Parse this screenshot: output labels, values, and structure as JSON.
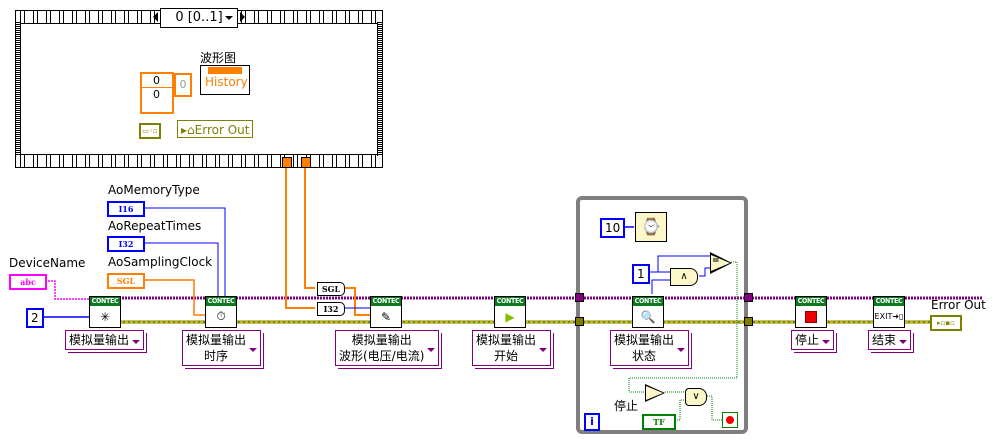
{
  "sequence_structure": {
    "selector_label": "0 [0..1]",
    "waveform_graph": {
      "label": "波形图",
      "property": "History"
    },
    "cluster_values": [
      "0",
      "0"
    ],
    "array_index": "0",
    "error_out_property": "Error Out"
  },
  "controls": {
    "device_name": {
      "label": "DeviceName",
      "type": "abc"
    },
    "ao_memory_type": {
      "label": "AoMemoryType",
      "type": "I16"
    },
    "ao_repeat_times": {
      "label": "AoRepeatTimes",
      "type": "I32"
    },
    "ao_sampling_clock": {
      "label": "AoSamplingClock",
      "type": "SGL"
    }
  },
  "constants": {
    "channel_count": "2",
    "wait_ms": "10",
    "compare_value": "1"
  },
  "conversions": {
    "sgl": "SGL",
    "i32": "I32"
  },
  "vis": [
    {
      "header": "CONTEC",
      "icon": "init-icon",
      "selector": [
        "模拟量输出"
      ]
    },
    {
      "header": "CONTEC",
      "icon": "timing-icon",
      "selector": [
        "模拟量输出",
        "时序"
      ]
    },
    {
      "header": "CONTEC",
      "icon": "write-icon",
      "selector": [
        "模拟量输出",
        "波形(电压/电流)"
      ]
    },
    {
      "header": "CONTEC",
      "icon": "start-icon",
      "selector": [
        "模拟量输出",
        "开始"
      ]
    },
    {
      "header": "CONTEC",
      "icon": "status-icon",
      "selector": [
        "模拟量输出",
        "状态"
      ]
    },
    {
      "header": "CONTEC",
      "icon": "stop-icon",
      "selector": [
        "停止"
      ]
    },
    {
      "header": "CONTEC",
      "icon": "exit-icon",
      "selector": [
        "结束"
      ]
    }
  ],
  "while_loop": {
    "stop_label": "停止",
    "stop_type": "TF",
    "iteration": "i"
  },
  "error_out_indicator": {
    "label": "Error Out"
  },
  "colors": {
    "int_wire": "#0000ff",
    "sgl_wire": "#ff7f00",
    "string_wire": "#ff00ff",
    "task_wire": "#800080",
    "error_wire": "#808000",
    "bool_wire": "#008000",
    "contec_green": "#0a7a1f"
  }
}
